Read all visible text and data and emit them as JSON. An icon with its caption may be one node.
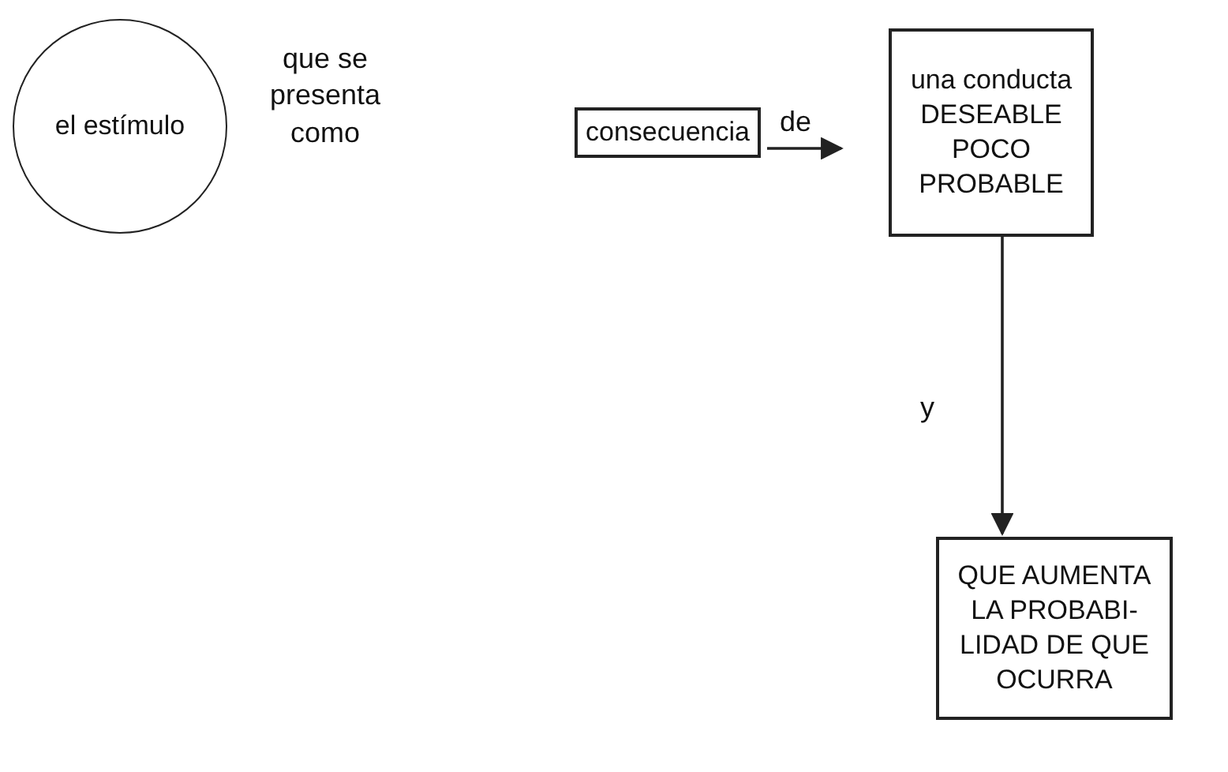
{
  "diagram": {
    "nodes": [
      {
        "text": [
          "el estímulo"
        ]
      },
      {
        "text": [
          "consecuencia"
        ]
      },
      {
        "text": [
          "una conducta DESEABLE POCO PROBABLE"
        ]
      },
      {
        "text": [
          "QUE AUMENTA LA PROBABI- LIDAD DE QUE OCURRA"
        ]
      }
    ],
    "edges": [
      {
        "from": 1,
        "to": 2,
        "arrow": "to",
        "label": "de"
      },
      {
        "from": 2,
        "to": 3,
        "arrow": "to",
        "label": "y"
      }
    ],
    "labels": [
      "que se presenta como"
    ]
  }
}
